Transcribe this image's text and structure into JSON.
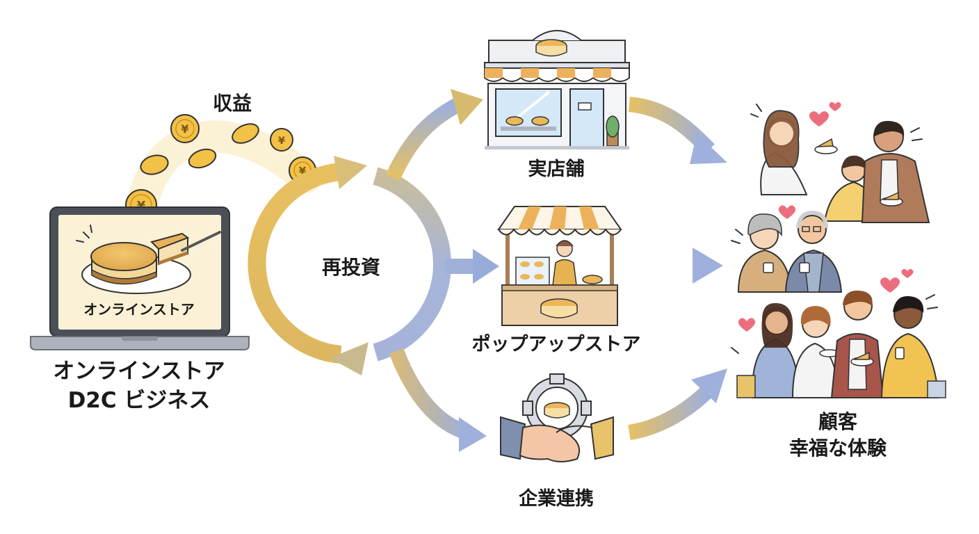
{
  "labels": {
    "revenue": "収益",
    "reinvest": "再投資",
    "laptop_screen": "オンラインストア",
    "online_store_line1": "オンラインストア",
    "online_store_line2": "D2C ビジネス",
    "physical_store": "実店舗",
    "popup_store": "ポップアップストア",
    "partnership": "企業連携",
    "customers_line1": "顧客",
    "customers_line2": "幸福な体験"
  },
  "colors": {
    "gold": "#E8BE5A",
    "blue": "#9AAEDB",
    "ink": "#333333",
    "cream": "#FBF1D6",
    "coin": "#F2C146"
  },
  "icons": {
    "laptop": "laptop-cake-icon",
    "coin": "yen-coin-icon",
    "store": "storefront-icon",
    "popup": "popup-stall-icon",
    "handshake": "handshake-gear-icon",
    "customers": "happy-customers-icon"
  }
}
